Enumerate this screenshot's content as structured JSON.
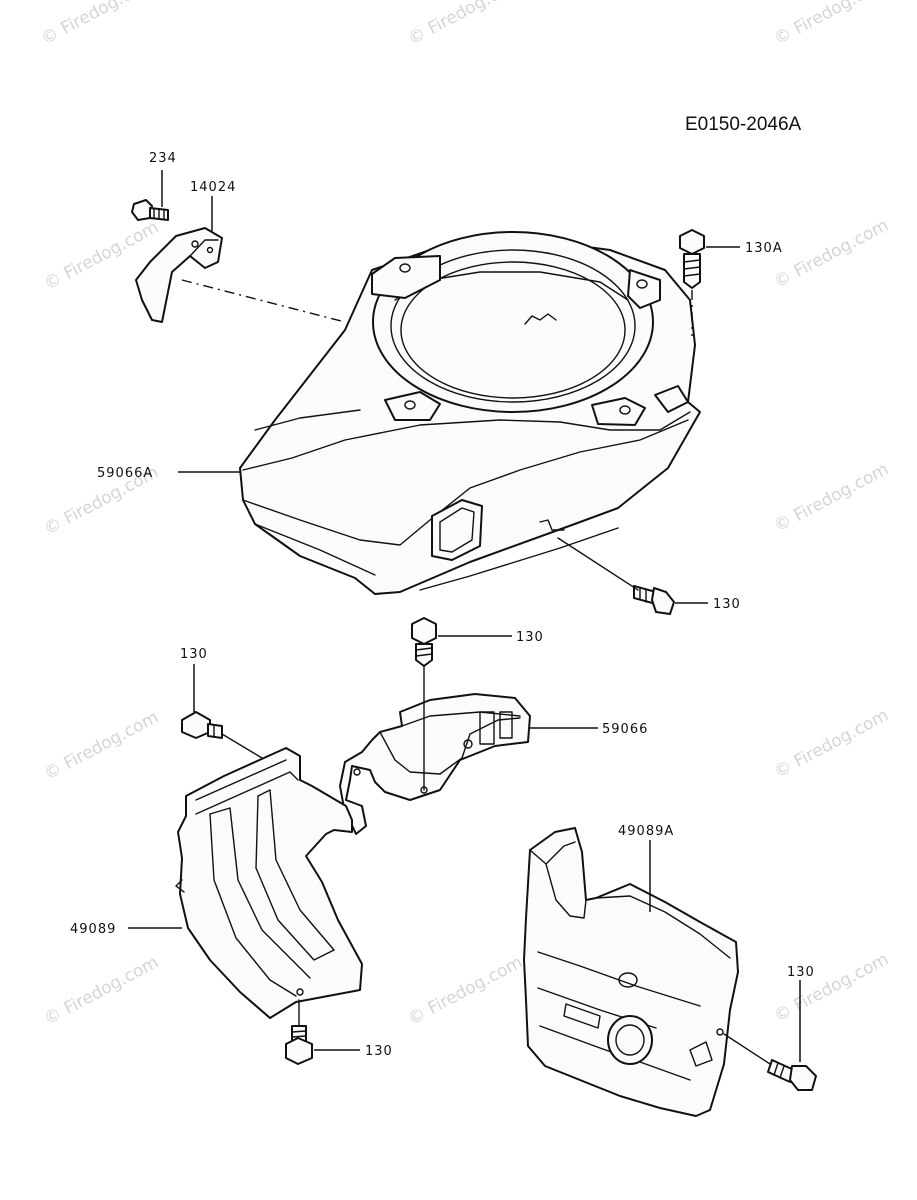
{
  "diagram_id": "E0150-2046A",
  "watermark": "© Firedog.com",
  "parts": {
    "p234": "234",
    "p14024": "14024",
    "p130A": "130A",
    "p59066A": "59066A",
    "p130_housing": "130",
    "p130_center": "130",
    "p59066": "59066",
    "p130_left_top": "130",
    "p49089A": "49089A",
    "p49089": "49089",
    "p130_left_bottom": "130",
    "p130_right": "130"
  }
}
